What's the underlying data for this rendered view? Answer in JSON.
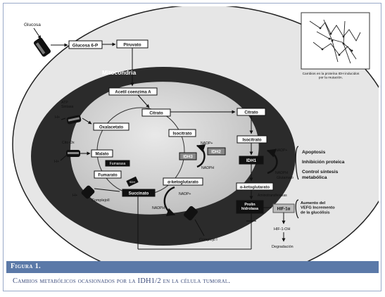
{
  "cell": {
    "glucose": "Glucosa",
    "glucose6p": "Glucosa 6-P",
    "pyruvate": "Piruvato",
    "mito_title": "Mitocondria",
    "acetyl": "Acetil coenzima A",
    "citrate_in": "Citrato",
    "citrate_out": "Citrato",
    "isocitrate_in": "Isocitrato",
    "isocitrate_out": "Isocitrato",
    "oxaloacetate": "Oxalacetato",
    "malate": "Malato",
    "fumarase": "Fumarasa",
    "fumarate": "Fumarato",
    "sdh": "SDH",
    "succinate": "Succinato",
    "idh3": "IDH3",
    "idh2": "IDH2",
    "idh1": "IDH1",
    "akg_in": "α-ketoglutarato",
    "akg_out": "α-ketoglutarato",
    "nadp_plus_1": "NADP+",
    "nadph_1": "NADPH",
    "nadp_plus_2": "NADP+",
    "nadph_2": "NADPH",
    "nadp_plus_3": "NADP+",
    "nadph_3": "NADPH",
    "glutamate": "Glutamato",
    "aminotransferases": "Aminotransferasas",
    "atp_synthase": "ATP\nSintasa",
    "cito_ox": "Cito-Ox",
    "hplus_1": "H+",
    "hplus_2": "H+",
    "hplus_3": "H+",
    "complex2": "ComplejoII",
    "complex1": "Complejo I",
    "prolin": "Prolin\nhidrolasa",
    "hif1a": "HIF-1α",
    "hif1oh": "HIF-1-OH",
    "degradation": "Degradación",
    "apoptosis": "Apoptosis",
    "inhibition": "Inhibición proteica",
    "control": "Control síntesis\nmetabólica",
    "vegf": "Aumento del\nVEFG Incremento\nde la glucólisis"
  },
  "inset": {
    "caption": "Cambios en la proteína IDH inducidos\npor la mutación."
  },
  "caption": {
    "figure_label": "Figura 1.",
    "text": "Cambios metabólicos ocasionados por la IDH1/2 en la célula tumoral."
  },
  "colors": {
    "caption_bar": "#5b79a8",
    "caption_text": "#3a4a7a",
    "cell_fill": "#e6e6e6",
    "mito_fill": "#2b2b2b",
    "matrix_fill": "#cfcfcf"
  }
}
